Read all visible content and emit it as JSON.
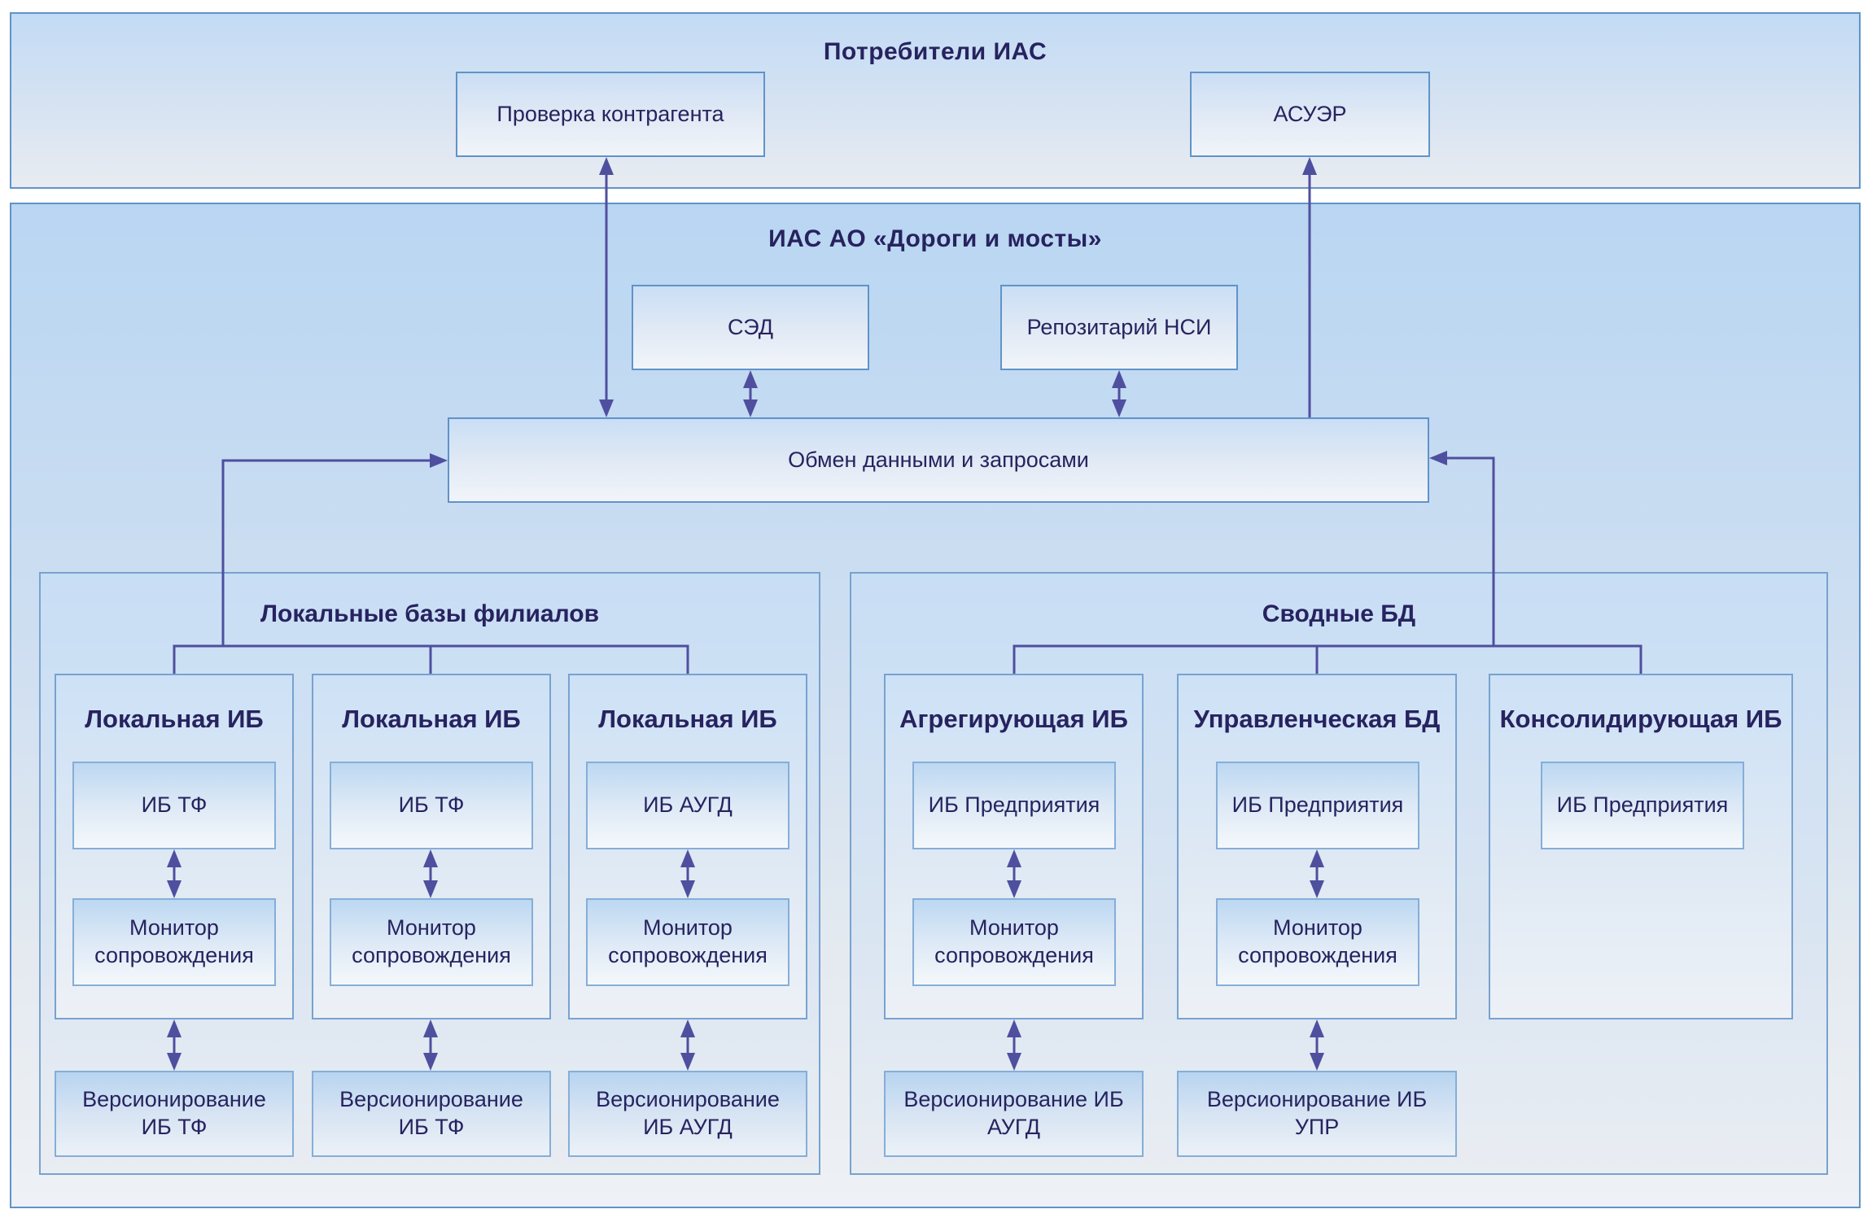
{
  "diagram": {
    "top_band": {
      "title": "Потребители ИАС",
      "boxes": [
        {
          "label": "Проверка контрагента"
        },
        {
          "label": "АСУЭР"
        }
      ]
    },
    "main_band": {
      "title": "ИАС АО «Дороги и мосты»",
      "sed_label": "СЭД",
      "nsi_label": "Репозитарий НСИ",
      "bus_label": "Обмен данными и запросами",
      "left_group": {
        "title": "Локальные базы филиалов",
        "columns": [
          {
            "title": "Локальная ИБ",
            "db": "ИБ ТФ",
            "monitor": "Монитор сопровождения",
            "versioning": "Версионирование ИБ ТФ"
          },
          {
            "title": "Локальная ИБ",
            "db": "ИБ ТФ",
            "monitor": "Монитор сопровождения",
            "versioning": "Версионирование ИБ ТФ"
          },
          {
            "title": "Локальная ИБ",
            "db": "ИБ АУГД",
            "monitor": "Монитор сопровождения",
            "versioning": "Версионирование ИБ АУГД"
          }
        ]
      },
      "right_group": {
        "title": "Сводные БД",
        "columns": [
          {
            "title": "Агрегирующая ИБ",
            "db": "ИБ Предприятия",
            "monitor": "Монитор сопровождения",
            "versioning": "Версионирование ИБ АУГД"
          },
          {
            "title": "Управленческая БД",
            "db": "ИБ Предприятия",
            "monitor": "Монитор сопровождения",
            "versioning": "Версионирование ИБ УПР"
          },
          {
            "title": "Консолидирующая ИБ",
            "db": "ИБ Предприятия"
          }
        ]
      }
    },
    "colors": {
      "arrow": "#4f4f9f",
      "text": "#27235f",
      "band_border": "#6093c9",
      "inner_border": "#85aed8",
      "band_fill_top": "#b9d6f2",
      "band_fill_bottom": "#eef1f5"
    }
  }
}
